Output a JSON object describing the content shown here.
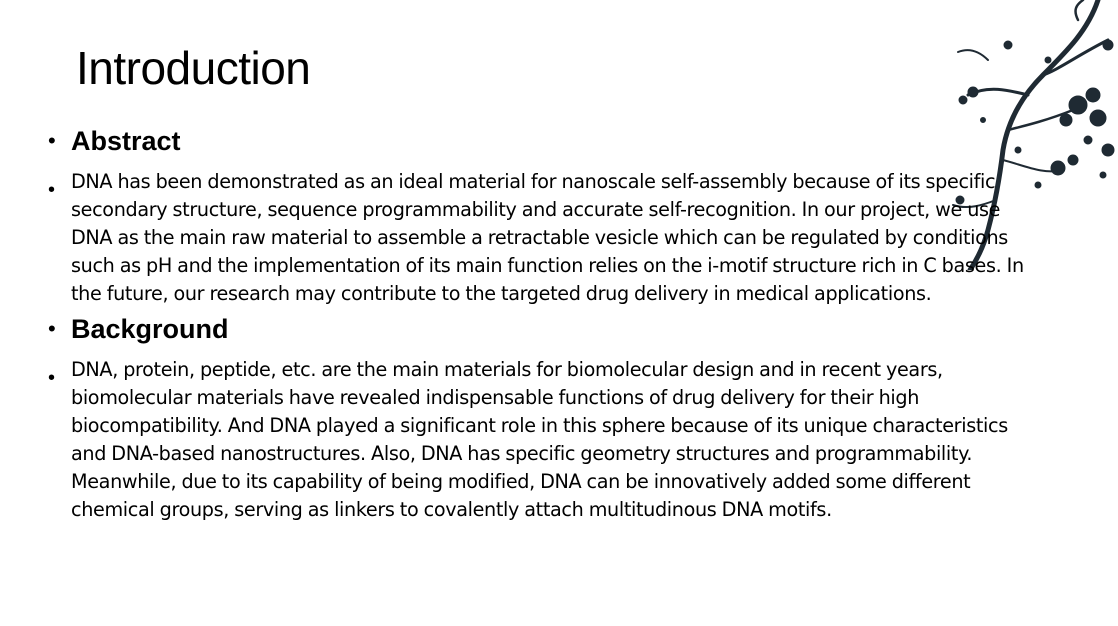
{
  "slide": {
    "title": "Introduction",
    "sections": [
      {
        "heading": "Abstract",
        "text": "DNA has been demonstrated as an ideal material for nanoscale self-assembly because of its specific secondary structure, sequence programmability and accurate self-recognition. In our project, we use DNA as the main raw material to assemble a retractable vesicle which can be regulated by conditions such as pH and the implementation of its main function relies on the i-motif structure rich in C bases. In the future, our research may contribute to the targeted drug delivery in medical applications."
      },
      {
        "heading": "Background",
        "text": "DNA, protein, peptide, etc. are the main materials for biomolecular design and in recent years, biomolecular materials have revealed indispensable functions of drug delivery for their high biocompatibility. And DNA played a significant role in this sphere because of its unique characteristics and DNA-based nanostructures. Also, DNA has specific geometry structures and programmability. Meanwhile, due to its capability of being modified, DNA can be innovatively added some different chemical groups, serving as linkers to covalently attach multitudinous DNA motifs."
      }
    ],
    "bullet_glyph": "•",
    "decoration_icon": "ink-plum-branch-icon",
    "text_color": "#000000",
    "ink_color": "#1f2a33"
  }
}
